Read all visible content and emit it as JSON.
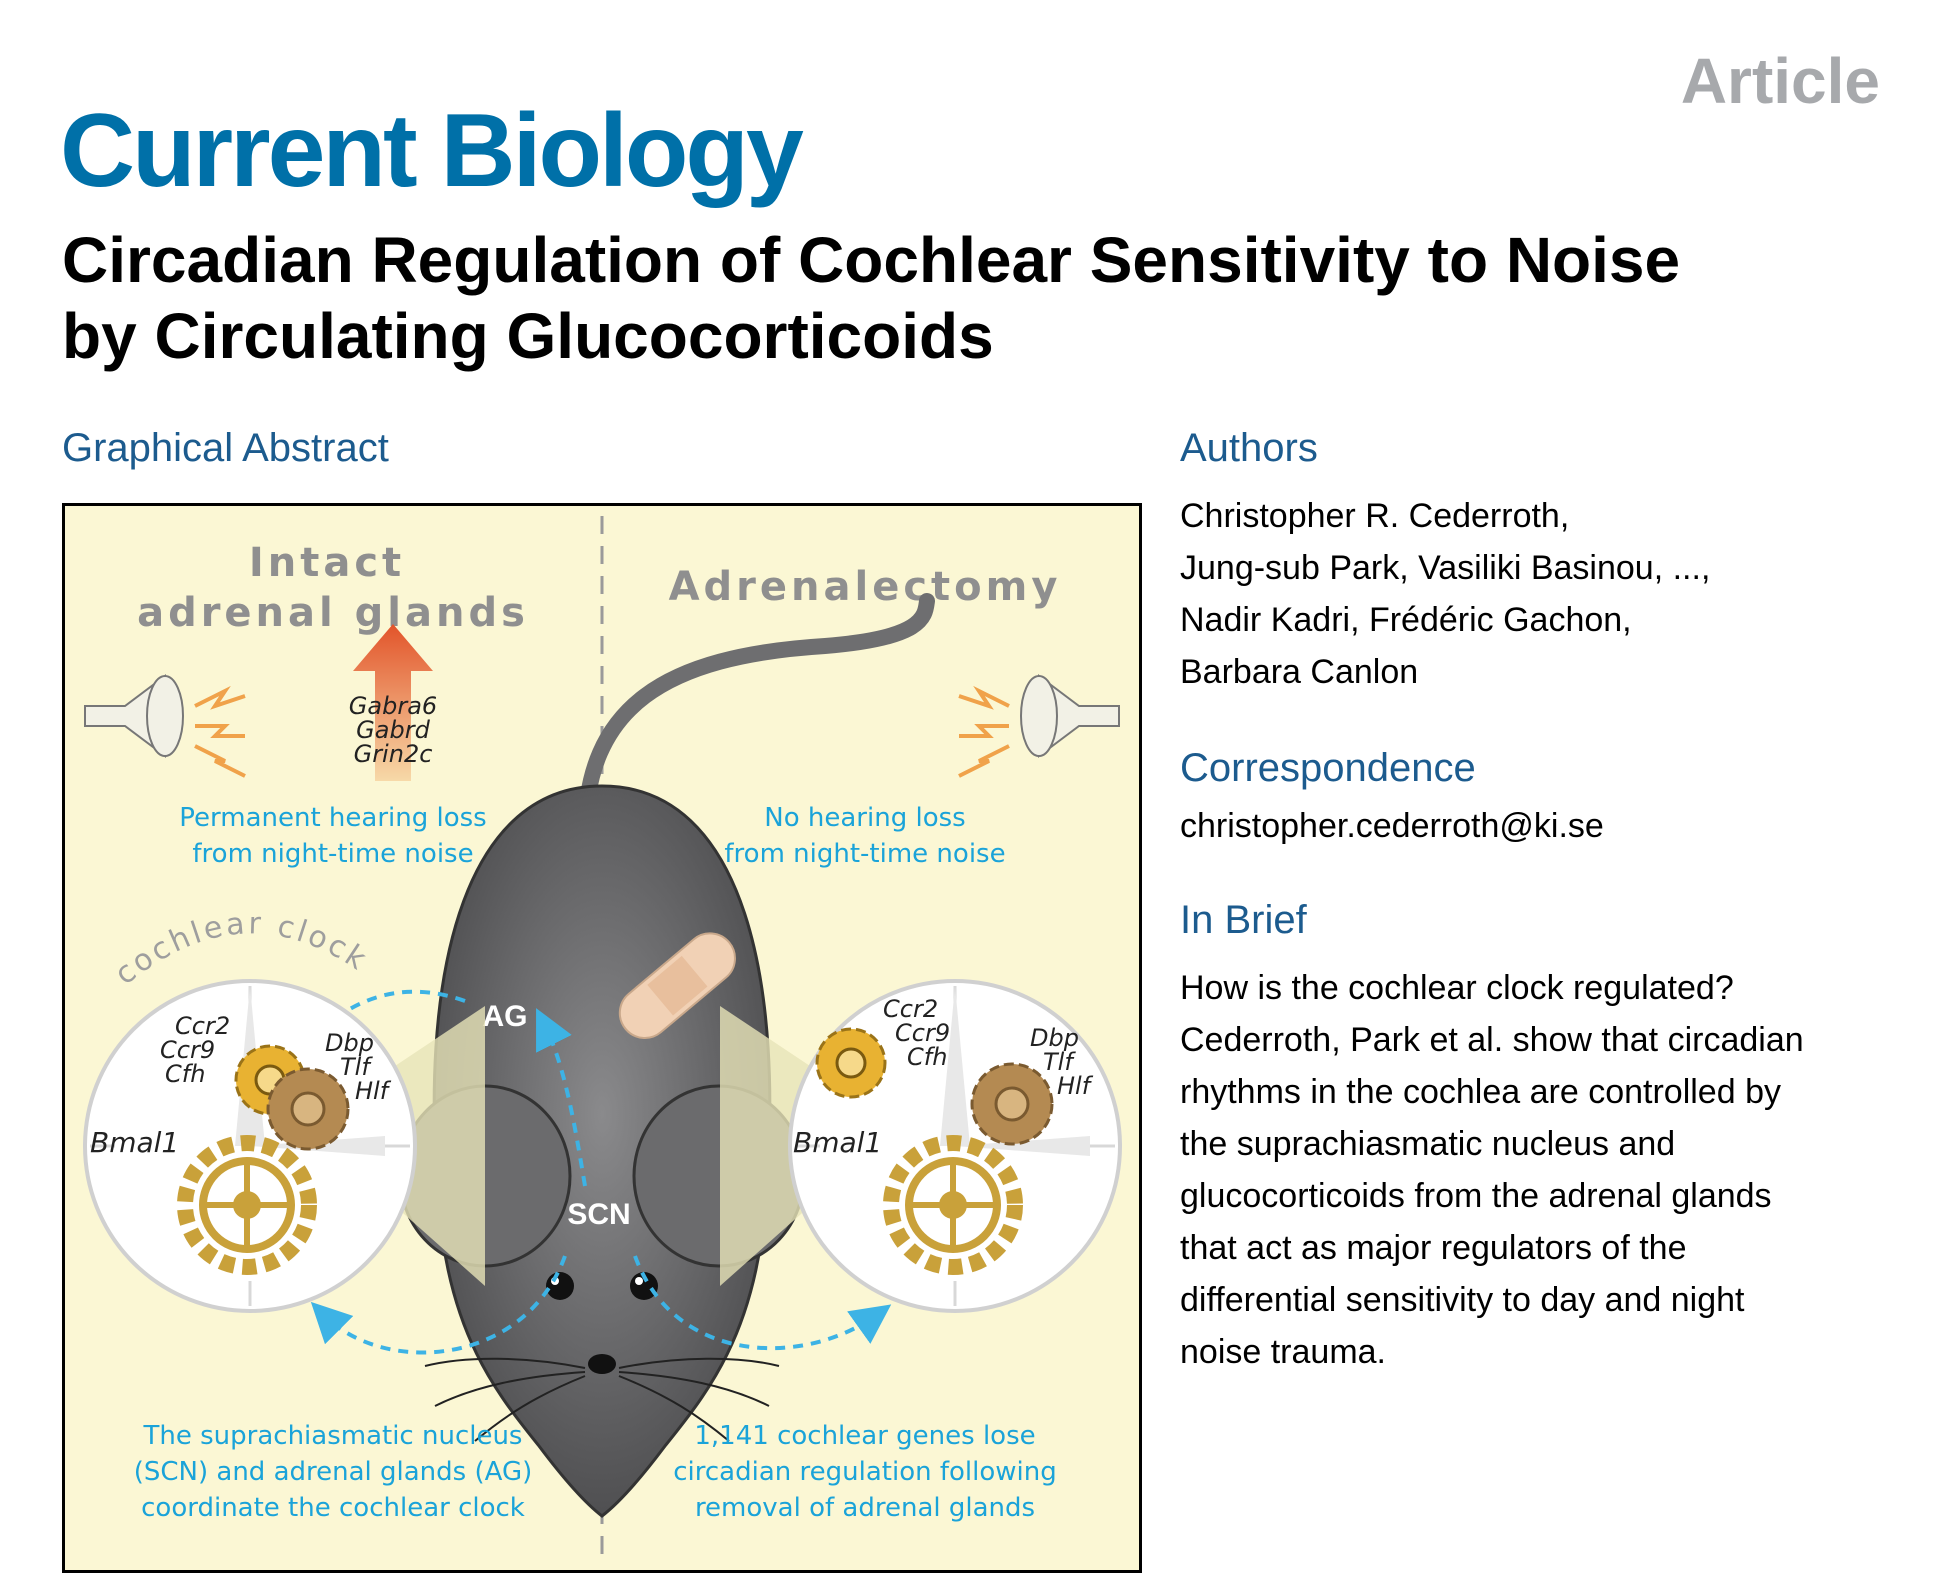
{
  "header": {
    "article_type": "Article",
    "journal": "Current Biology",
    "title_line1": "Circadian Regulation of Cochlear Sensitivity to Noise",
    "title_line2": "by Circulating Glucocorticoids"
  },
  "graphical_abstract": {
    "heading": "Graphical Abstract",
    "left_title_1": "Intact",
    "left_title_2": "adrenal glands",
    "right_title": "Adrenalectomy",
    "genes_up": [
      "Gabra6",
      "Gabrd",
      "Grin2c"
    ],
    "left_caption_1": "Permanent hearing loss",
    "left_caption_2": "from night-time noise",
    "right_caption_1": "No hearing loss",
    "right_caption_2": "from night-time noise",
    "cochlear_clock_label": "cochlear clock",
    "clock_genes_a": [
      "Ccr2",
      "Ccr9",
      "Cfh"
    ],
    "clock_genes_b": [
      "Dbp",
      "Tlf",
      "Hlf"
    ],
    "clock_gene_main": "Bmal1",
    "ag_label": "AG",
    "scn_label": "SCN",
    "bottom_left_1": "The suprachiasmatic nucleus",
    "bottom_left_2": "(SCN) and adrenal glands (AG)",
    "bottom_left_3": "coordinate the cochlear clock",
    "bottom_right_1": "1,141 cochlear genes lose",
    "bottom_right_2": "circadian regulation following",
    "bottom_right_3": "removal of adrenal glands",
    "colors": {
      "background": "#fbf7d4",
      "caption_blue": "#1aa3d9",
      "title_gray": "#8f8f8f",
      "mouse": "#5a5a5c",
      "gear": "#c9a13a",
      "arrow_up": "#e2542a"
    }
  },
  "authors": {
    "heading": "Authors",
    "line1": "Christopher R. Cederroth,",
    "line2": "Jung-sub Park, Vasiliki Basinou, ...,",
    "line3": "Nadir Kadri, Frédéric Gachon,",
    "line4": "Barbara Canlon"
  },
  "correspondence": {
    "heading": "Correspondence",
    "email": "christopher.cederroth@ki.se"
  },
  "in_brief": {
    "heading": "In Brief",
    "lines": [
      "How is the cochlear clock regulated?",
      "Cederroth, Park et al. show that circadian",
      "rhythms in the cochlea are controlled by",
      "the suprachiasmatic nucleus and",
      "glucocorticoids from the adrenal glands",
      "that act as major regulators of the",
      "differential sensitivity to day and night",
      "noise trauma."
    ]
  }
}
